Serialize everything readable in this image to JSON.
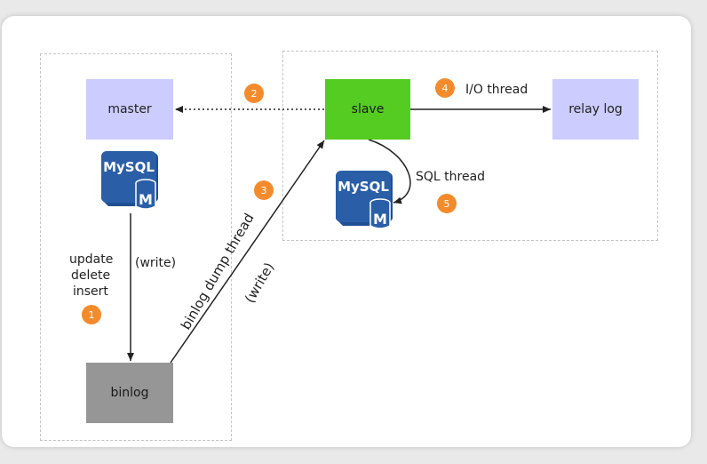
{
  "colors": {
    "master_bg": "#ccccff",
    "slave_bg": "#55cc22",
    "relay_bg": "#ccccff",
    "binlog_bg": "#969696",
    "badge": "#f38b2c",
    "mysql_blue": "#2a5fa8"
  },
  "nodes": {
    "master": "master",
    "slave": "slave",
    "relay_log": "relay log",
    "binlog": "binlog"
  },
  "mysql_logo": {
    "text": "MySQL",
    "letter": "M"
  },
  "steps": {
    "one": "1",
    "two": "2",
    "three": "3",
    "four": "4",
    "five": "5"
  },
  "labels": {
    "update": "update",
    "delete": "delete",
    "insert": "insert",
    "write_master": "(write)",
    "binlog_dump_thread": "binlog dump thread",
    "write_dump": "(write)",
    "io_thread": "I/O thread",
    "sql_thread": "SQL thread"
  }
}
